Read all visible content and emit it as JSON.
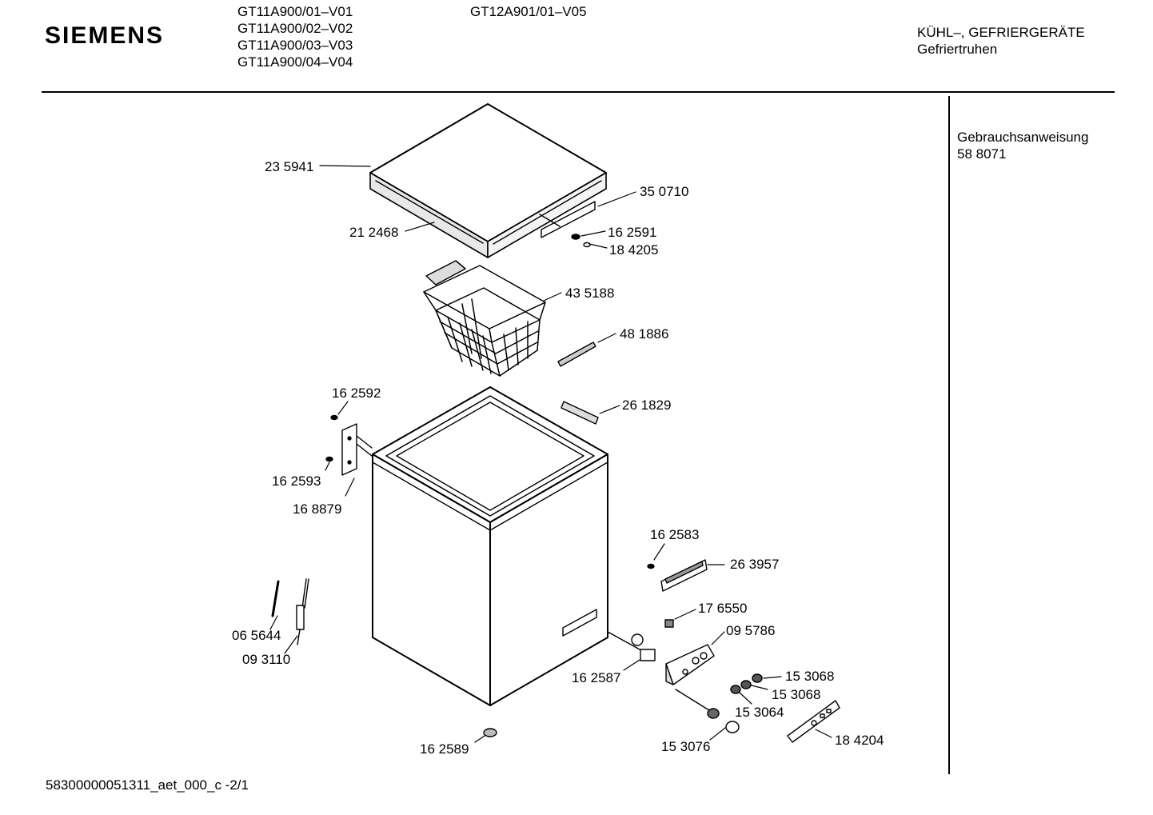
{
  "header": {
    "brand": "SIEMENS",
    "models_col1": [
      "GT11A900/01–V01",
      "GT11A900/02–V02",
      "GT11A900/03–V03",
      "GT11A900/04–V04"
    ],
    "models_col2": [
      "GT12A901/01–V05"
    ],
    "category": "KÜHL–, GEFRIERGERÄTE",
    "subcategory": "Gefriertruhen"
  },
  "sidebar": {
    "title": "Gebrauchsanweisung",
    "number": "58 8071"
  },
  "parts": [
    "23 5941",
    "35 0710",
    "21 2468",
    "16 2591",
    "18 4205",
    "43 5188",
    "48 1886",
    "16 2592",
    "26 1829",
    "16 2593",
    "16 8879",
    "16 2583",
    "26 3957",
    "17 6550",
    "09 5786",
    "06 5644",
    "09 3110",
    "15 3068",
    "15 3068",
    "16 2587",
    "15 3064",
    "18 4204",
    "16 2589",
    "15 3076"
  ],
  "footer": {
    "doc_id": "58300000051311_aet_000_c -2/1"
  }
}
